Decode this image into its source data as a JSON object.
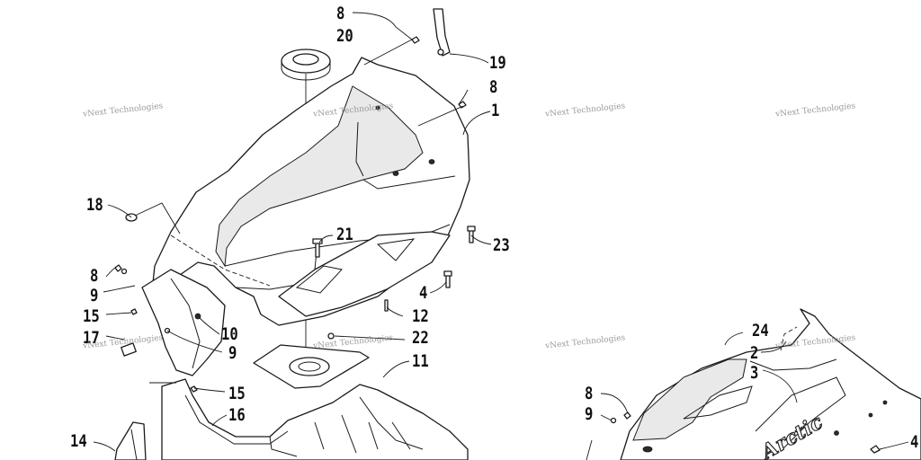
{
  "callouts": {
    "c1": "1",
    "c2": "2",
    "c3": "3",
    "c4a": "4",
    "c4b": "4",
    "c8a": "8",
    "c8b": "8",
    "c8c": "8",
    "c8d": "8",
    "c9a": "9",
    "c9b": "9",
    "c9c": "9",
    "c10": "10",
    "c11": "11",
    "c12": "12",
    "c14": "14",
    "c15a": "15",
    "c15b": "15",
    "c16": "16",
    "c17": "17",
    "c18": "18",
    "c19": "19",
    "c20": "20",
    "c21": "21",
    "c22": "22",
    "c23": "23",
    "c24": "24"
  },
  "watermark": "vNext Technologies",
  "decal_text": "Arctic"
}
